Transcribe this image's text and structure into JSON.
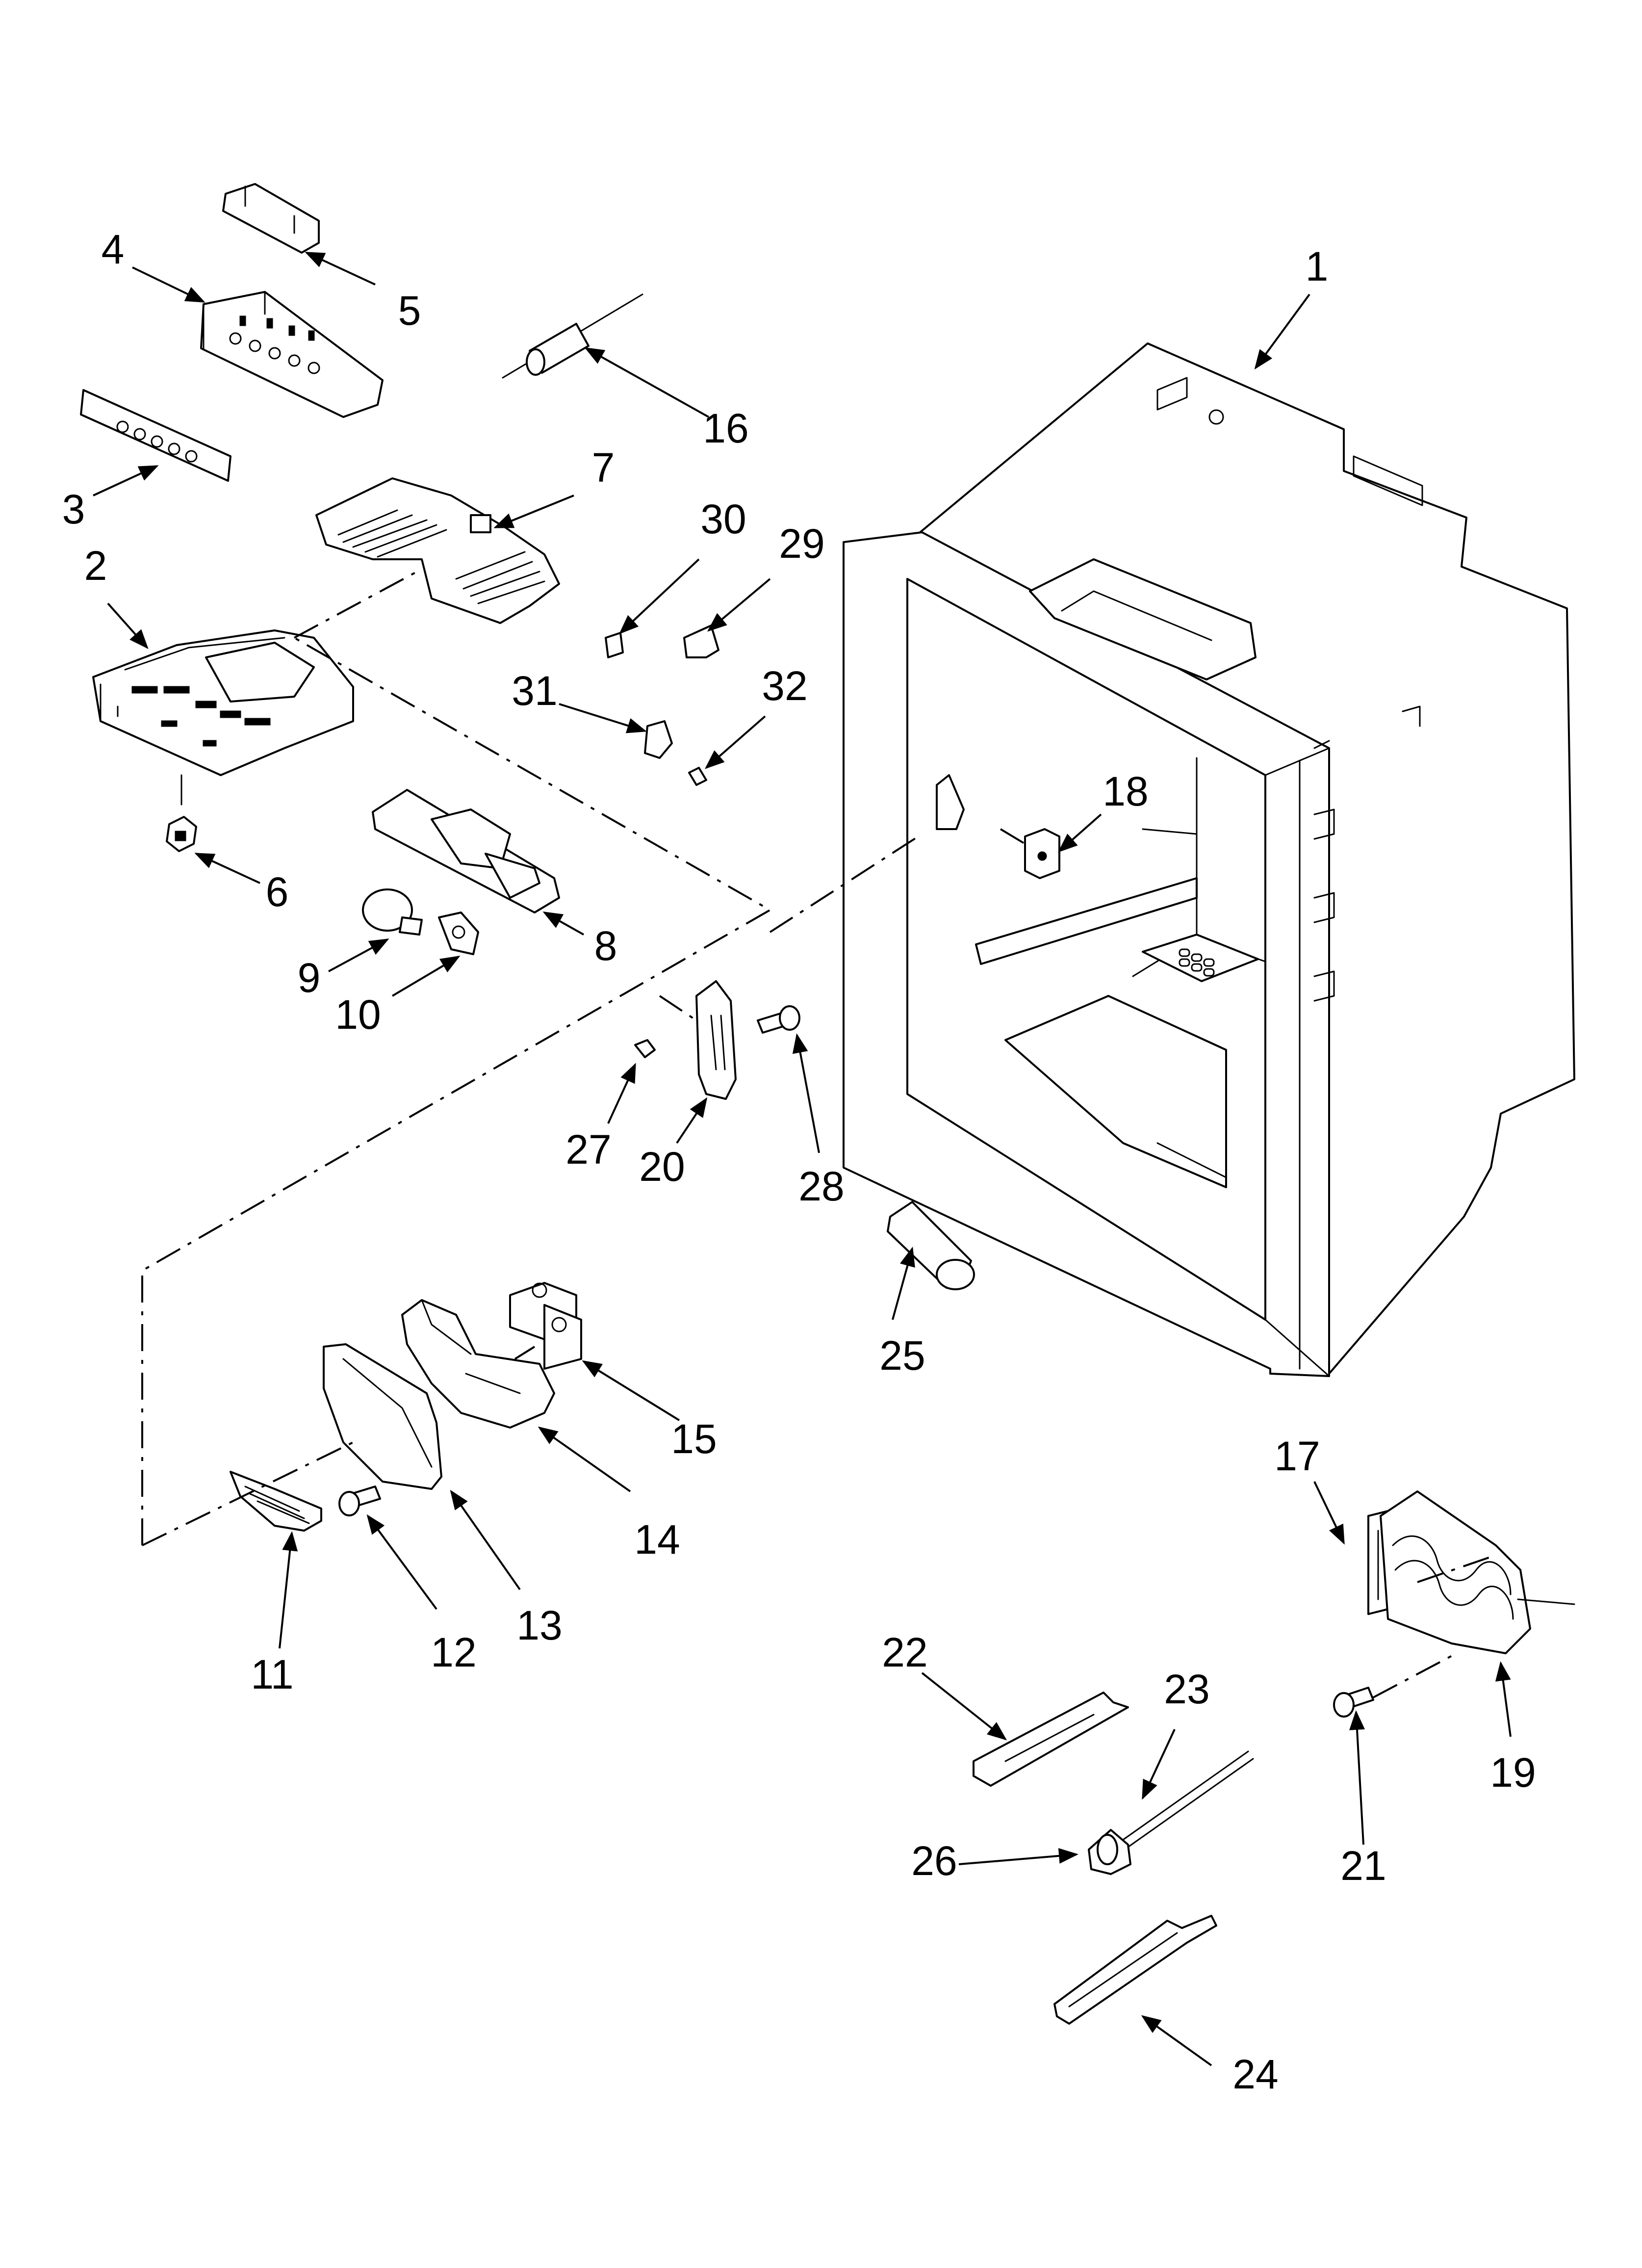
{
  "diagram": {
    "callouts": [
      {
        "id": "1",
        "label": "1"
      },
      {
        "id": "2",
        "label": "2"
      },
      {
        "id": "3",
        "label": "3"
      },
      {
        "id": "4",
        "label": "4"
      },
      {
        "id": "5",
        "label": "5"
      },
      {
        "id": "6",
        "label": "6"
      },
      {
        "id": "7",
        "label": "7"
      },
      {
        "id": "8",
        "label": "8"
      },
      {
        "id": "9",
        "label": "9"
      },
      {
        "id": "10",
        "label": "10"
      },
      {
        "id": "11",
        "label": "11"
      },
      {
        "id": "12",
        "label": "12"
      },
      {
        "id": "13",
        "label": "13"
      },
      {
        "id": "14",
        "label": "14"
      },
      {
        "id": "15",
        "label": "15"
      },
      {
        "id": "16",
        "label": "16"
      },
      {
        "id": "17",
        "label": "17"
      },
      {
        "id": "18",
        "label": "18"
      },
      {
        "id": "19",
        "label": "19"
      },
      {
        "id": "20",
        "label": "20"
      },
      {
        "id": "21",
        "label": "21"
      },
      {
        "id": "22",
        "label": "22"
      },
      {
        "id": "23",
        "label": "23"
      },
      {
        "id": "24",
        "label": "24"
      },
      {
        "id": "25",
        "label": "25"
      },
      {
        "id": "26",
        "label": "26"
      },
      {
        "id": "27",
        "label": "27"
      },
      {
        "id": "28",
        "label": "28"
      },
      {
        "id": "29",
        "label": "29"
      },
      {
        "id": "30",
        "label": "30"
      },
      {
        "id": "31",
        "label": "31"
      },
      {
        "id": "32",
        "label": "32"
      }
    ]
  }
}
